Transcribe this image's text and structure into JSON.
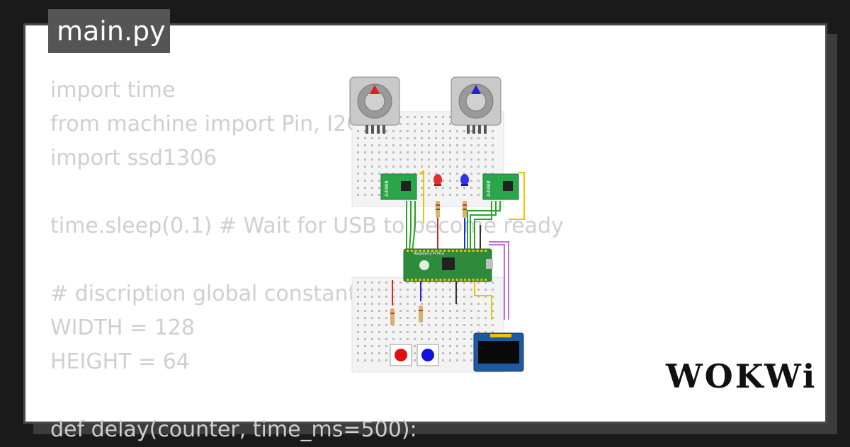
{
  "tab": {
    "filename": "main.py"
  },
  "code": {
    "lines": [
      "import time",
      "from machine import Pin, I2C",
      "import ssd1306",
      "",
      "time.sleep(0.1) # Wait for USB to become ready",
      "",
      "# discription global constant",
      "WIDTH = 128",
      "HEIGHT = 64",
      "",
      "def delay(counter, time_ms=500):"
    ]
  },
  "circuit": {
    "board_label": "Raspberry Pi Pico",
    "driver_label": "A4988",
    "colors": {
      "board": "#2e8b3c",
      "breadboard": "#f2f2f2",
      "red": "#e02020",
      "blue": "#2222dd",
      "wire_green": "#2aa52a",
      "wire_yellow": "#f2c200",
      "wire_magenta": "#c070d0",
      "wire_black": "#333333",
      "oled": "#1e5aa0"
    }
  },
  "brand": {
    "logo": "WOKWi"
  }
}
